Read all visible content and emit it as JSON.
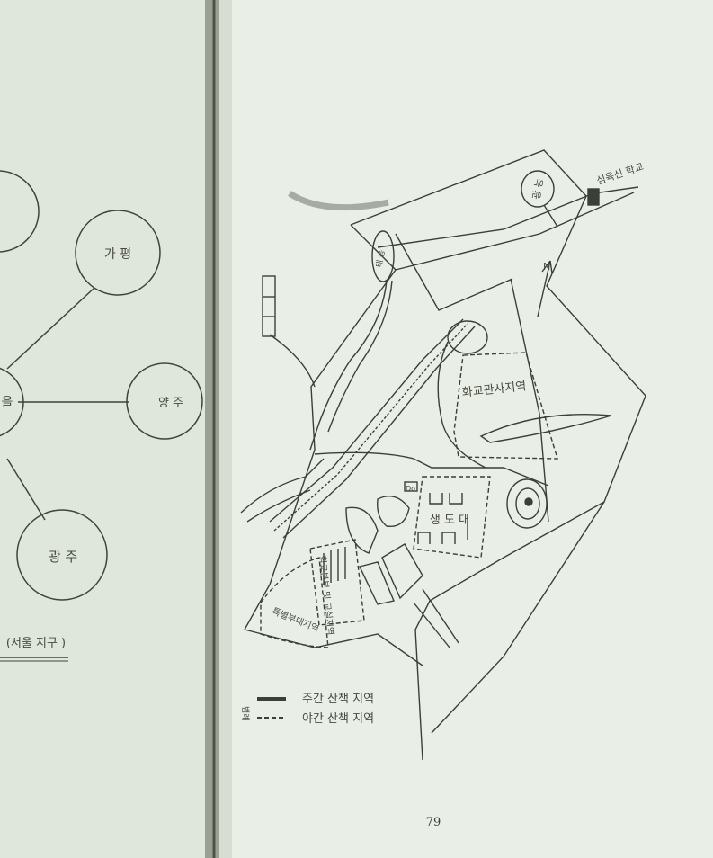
{
  "left_page": {
    "diagram": {
      "nodes": [
        {
          "label": "가 평"
        },
        {
          "label": "을"
        },
        {
          "label": "양 주"
        },
        {
          "label": "광 주"
        }
      ]
    },
    "caption": "(서울 지구 )"
  },
  "right_page": {
    "map": {
      "labels": {
        "gwangneung": "광 능",
        "school": "심육신 학교",
        "taeneung": "태 능",
        "north": "N",
        "officer_area": "화교관사지역",
        "cadet_corps": "생 도 대",
        "hq_classroom": "학교본부 및 교실지역",
        "special_forces": "특별부대지역",
        "do_mark": "Do"
      },
      "legend": {
        "title": "범례",
        "items": [
          {
            "style": "solid",
            "label": "주간 산책 지역"
          },
          {
            "style": "dashed",
            "label": "야간 산책 지역"
          }
        ]
      }
    },
    "page_number": "79"
  }
}
